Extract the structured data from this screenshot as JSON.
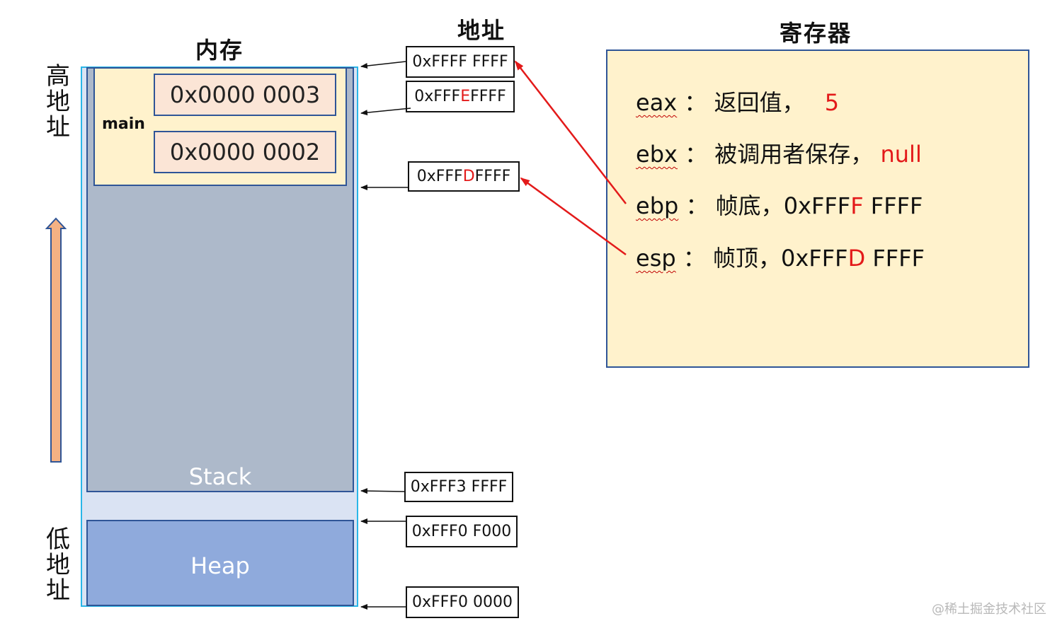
{
  "headings": {
    "memory": "内存",
    "address": "地址",
    "registers": "寄存器"
  },
  "side_labels": {
    "high": [
      "高",
      "地",
      "址"
    ],
    "low": [
      "低",
      "地",
      "址"
    ]
  },
  "memory": {
    "main_label": "main",
    "cells": [
      "0x0000 0003",
      "0x0000 0002"
    ],
    "stack_label": "Stack",
    "heap_label": "Heap"
  },
  "addresses": [
    {
      "prefix": "0xFFFF FFFF",
      "hl": "",
      "suffix": ""
    },
    {
      "prefix": "0xFFF",
      "hl": "E",
      "suffix": " FFFF"
    },
    {
      "prefix": "0xFFF",
      "hl": "D",
      "suffix": " FFFF"
    },
    {
      "prefix": "0xFFF3 FFFF",
      "hl": "",
      "suffix": ""
    },
    {
      "prefix": "0xFFF0 F000",
      "hl": "",
      "suffix": ""
    },
    {
      "prefix": "0xFFF0 0000",
      "hl": "",
      "suffix": ""
    }
  ],
  "registers": {
    "eax": {
      "name": "eax",
      "sep": "：",
      "desc": "返回值，",
      "value": "5"
    },
    "ebx": {
      "name": "ebx",
      "sep": "：",
      "desc": "被调用者保存，",
      "value": "null"
    },
    "ebp": {
      "name": "ebp",
      "sep": "：",
      "desc": "帧底，",
      "value_pre": "0xFFF",
      "value_hl": "F",
      "value_post": " FFFF"
    },
    "esp": {
      "name": "esp",
      "sep": "：",
      "desc": "帧顶，",
      "value_pre": "0xFFF",
      "value_hl": "D",
      "value_post": " FFFF"
    }
  },
  "watermark": "@稀土掘金技术社区",
  "colors": {
    "highlight": "#e31a1a",
    "frame_border": "#2f5597",
    "outer_border": "#29b6e8"
  }
}
